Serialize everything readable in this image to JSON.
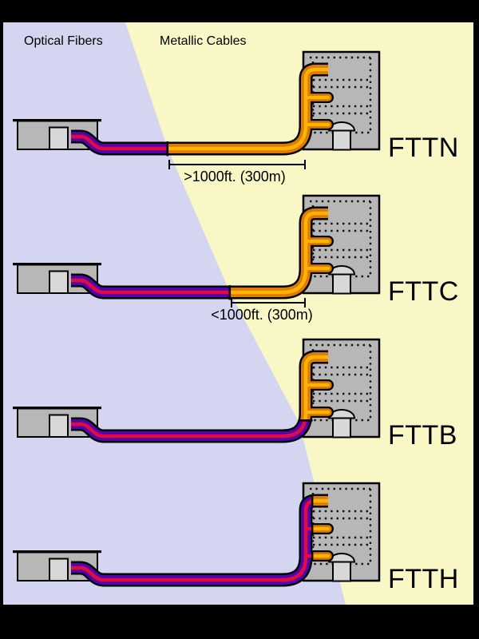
{
  "title": "FTTX fiber deployment diagram",
  "header": {
    "left_label": "Optical Fibers",
    "right_label": "Metallic Cables"
  },
  "rows": [
    {
      "label": "FTTN",
      "bracket_text": ">1000ft. (300m)",
      "fiber_reach": "node"
    },
    {
      "label": "FTTC",
      "bracket_text": "<1000ft. (300m)",
      "fiber_reach": "curb"
    },
    {
      "label": "FTTB",
      "bracket_text": "",
      "fiber_reach": "building"
    },
    {
      "label": "FTTH",
      "bracket_text": "",
      "fiber_reach": "home"
    }
  ],
  "colors": {
    "optical_region": "#d3d5f1",
    "metallic_region": "#f9f7c5",
    "fiber_outer": "#4f04ae",
    "fiber_core": "#e60940",
    "metal_body": "#de7b00",
    "metal_core": "#ffb405",
    "building_gray": "#b7b7b7",
    "door_gray": "#d8d8d8",
    "frame": "#000000"
  }
}
